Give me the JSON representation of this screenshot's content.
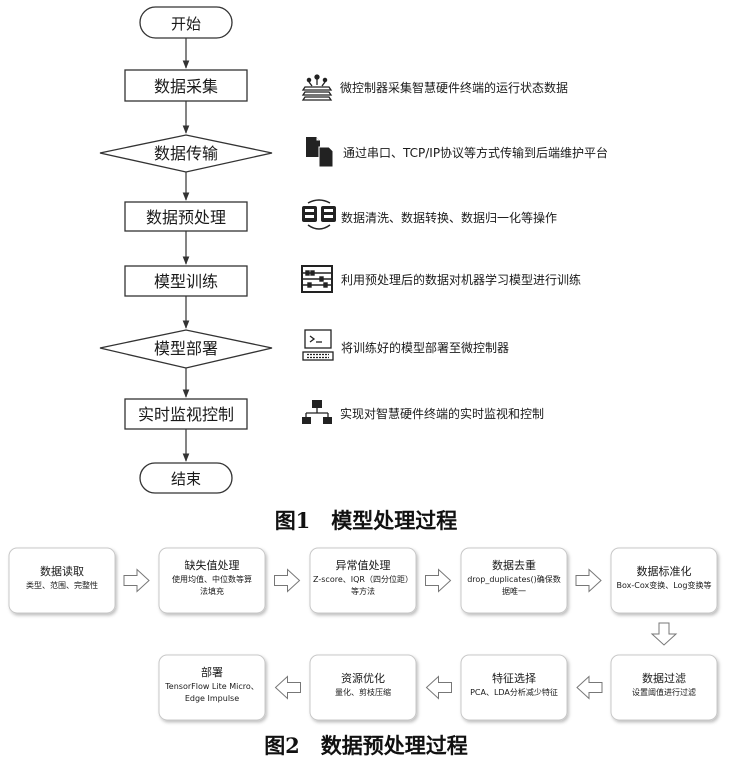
{
  "figure1": {
    "caption": "图1　模型处理过程",
    "start_label": "开始",
    "end_label": "结束",
    "steps": [
      {
        "label": "数据采集",
        "desc": "微控制器采集智慧硬件终端的运行状态数据"
      },
      {
        "label": "数据传输",
        "desc": "通过串口、TCP/IP协议等方式传输到后端维护平台"
      },
      {
        "label": "数据预处理",
        "desc": "数据清洗、数据转换、数据归一化等操作"
      },
      {
        "label": "模型训练",
        "desc": "利用预处理后的数据对机器学习模型进行训练"
      },
      {
        "label": "模型部署",
        "desc": "将训练好的模型部署至微控制器"
      },
      {
        "label": "实时监视控制",
        "desc": "实现对智慧硬件终端的实时监视和控制"
      }
    ]
  },
  "figure2": {
    "caption": "图2　数据预处理过程",
    "boxes": [
      {
        "title": "数据读取",
        "lines": [
          "类型、范围、完整性"
        ]
      },
      {
        "title": "缺失值处理",
        "lines": [
          "使用均值、中位数等算",
          "法填充"
        ]
      },
      {
        "title": "异常值处理",
        "lines": [
          "Z-score、IQR（四分位距）",
          "等方法"
        ]
      },
      {
        "title": "数据去重",
        "lines": [
          "drop_duplicates()确保数",
          "据唯一"
        ]
      },
      {
        "title": "数据标准化",
        "lines": [
          "Box-Cox变换、Log变换等"
        ]
      },
      {
        "title": "数据过滤",
        "lines": [
          "设置阈值进行过滤"
        ]
      },
      {
        "title": "特征选择",
        "lines": [
          "PCA、LDA分析减少特征"
        ]
      },
      {
        "title": "资源优化",
        "lines": [
          "量化、剪枝压缩"
        ]
      },
      {
        "title": "部署",
        "lines": [
          "TensorFlow Lite Micro、",
          "Edge Impulse"
        ]
      }
    ]
  }
}
